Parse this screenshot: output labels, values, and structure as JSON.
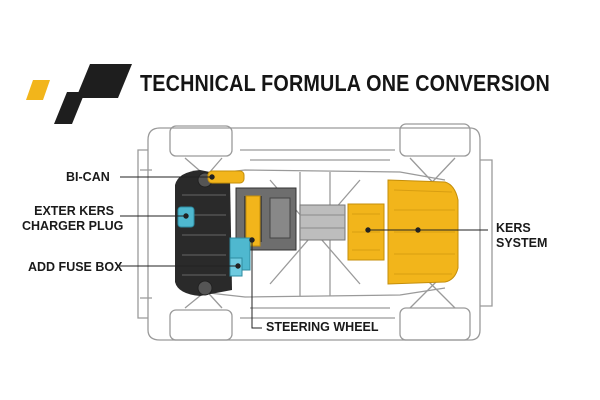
{
  "header": {
    "title": "TECHNICAL FORMULA ONE CONVERSION",
    "logo_colors": {
      "accent": "#F2B51B",
      "dark": "#1E1E1E"
    }
  },
  "callouts": {
    "bi_can": {
      "lines": [
        "BI-CAN"
      ]
    },
    "exter_kers": {
      "lines": [
        "EXTER KERS",
        "CHARGER PLUG"
      ]
    },
    "add_fuse_box": {
      "lines": [
        "ADD FUSE BOX"
      ]
    },
    "kers_system": {
      "lines": [
        "KERS",
        "SYSTEM"
      ]
    },
    "steering_wheel": {
      "lines": [
        "STEERING WHEEL"
      ]
    }
  },
  "colors": {
    "kers_yellow": "#F2B51B",
    "component_cyan": "#4FB8CF",
    "chassis_line": "#9A9A9A",
    "engine_dark": "#2A2A2A",
    "text": "#1A1A1A"
  }
}
